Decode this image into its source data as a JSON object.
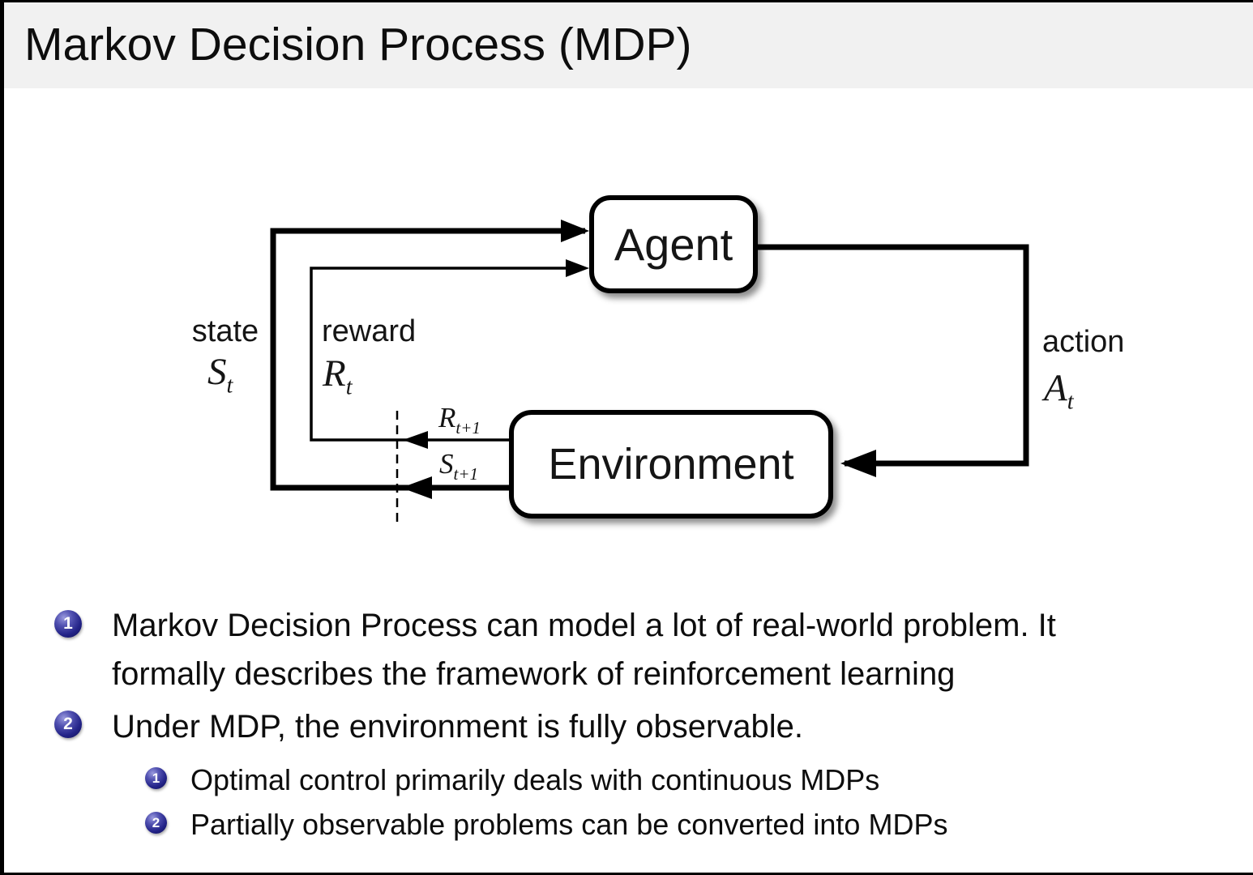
{
  "slide": {
    "title": "Markov Decision Process (MDP)"
  },
  "diagram": {
    "agent_label": "Agent",
    "environment_label": "Environment",
    "state_label": "state",
    "reward_label": "reward",
    "action_label": "action",
    "state_symbol": {
      "base": "S",
      "sub": "t"
    },
    "reward_symbol": {
      "base": "R",
      "sub": "t"
    },
    "action_symbol": {
      "base": "A",
      "sub": "t"
    },
    "next_reward_symbol": {
      "base": "R",
      "sub": "t+1"
    },
    "next_state_symbol": {
      "base": "S",
      "sub": "t+1"
    }
  },
  "bullets": [
    {
      "marker": "1",
      "lines": [
        "Markov Decision Process can model a lot of real-world problem. It",
        "formally describes the framework of reinforcement learning"
      ]
    },
    {
      "marker": "2",
      "lines": [
        "Under MDP, the environment is fully observable."
      ],
      "sub": [
        {
          "marker": "1",
          "text": "Optimal control primarily deals with continuous MDPs"
        },
        {
          "marker": "2",
          "text": "Partially observable problems can be converted into MDPs"
        }
      ]
    }
  ],
  "colors": {
    "header_bg": "#f1f1f1",
    "body_bg": "#ffffff",
    "line": "#000000",
    "ball": "#232388"
  }
}
